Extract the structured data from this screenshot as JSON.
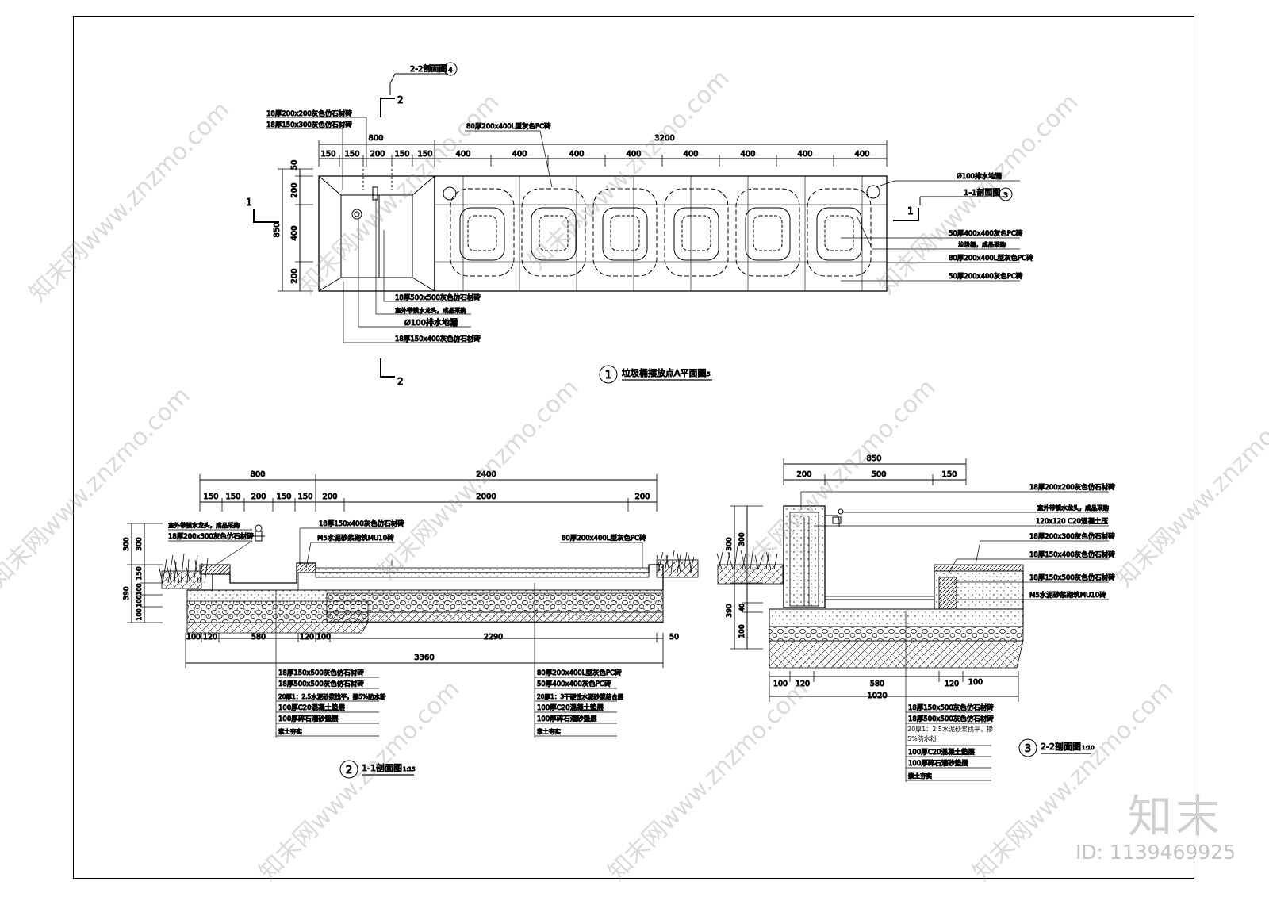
{
  "plan": {
    "title": "垃圾桶摆放点A平面图",
    "scale": "1:15",
    "number": "1",
    "dims_top": {
      "total": "3200",
      "left_group": "800",
      "left_subs": [
        "150",
        "150",
        "200",
        "150",
        "150"
      ],
      "bays": [
        "400",
        "400",
        "400",
        "400",
        "400",
        "400",
        "400",
        "400"
      ]
    },
    "dims_left": {
      "total": "850",
      "subs": [
        "50",
        "200",
        "400",
        "200"
      ]
    },
    "section_markers": {
      "s1": "1",
      "s2": "2"
    },
    "callout_22": {
      "label": "2-2剖面图",
      "num": "4"
    },
    "callout_11": {
      "label": "1-1剖面图",
      "num": "3"
    },
    "labels_top_left": [
      "18厚200x200灰色仿石材砖",
      "18厚150x300灰色仿石材砖"
    ],
    "label_top_mid": "80厚200x400L型灰色PC砖",
    "labels_right": [
      "Ø100排水地漏",
      "50厚400x400灰色PC砖",
      "垃圾桶，成品采购",
      "80厚200x400L型灰色PC砖",
      "50厚200x400灰色PC砖"
    ],
    "labels_bottom": [
      "18厚500x500灰色仿石材砖",
      "室外带锁水龙头，成品采购",
      "Ø100排水地漏",
      "18厚150x400灰色仿石材砖"
    ]
  },
  "section11": {
    "title": "1-1剖面图",
    "scale": "1:15",
    "number": "2",
    "dims_top": {
      "left": "800",
      "right": "2400",
      "left_subs": [
        "150",
        "150",
        "200",
        "150",
        "150"
      ],
      "right_subs": [
        "200",
        "2000",
        "200"
      ]
    },
    "dims_bottom": {
      "subs": [
        "100",
        "120",
        "580",
        "120",
        "100",
        "2290"
      ],
      "extra": "50",
      "total": "3360"
    },
    "dims_left": {
      "outer": [
        "300",
        "390"
      ],
      "inner": [
        "300",
        "150",
        "100",
        "100",
        "100"
      ]
    },
    "labels_top": [
      "室外带锁水龙头，成品采购",
      "18厚200x300灰色仿石材砖",
      "18厚150x400灰色仿石材砖",
      "M5水泥砂浆砌筑MU10砖",
      "80厚200x400L型灰色PC砖"
    ],
    "legend_left": [
      "18厚150x500灰色仿石材砖",
      "18厚500x500灰色仿石材砖",
      "20厚1：2.5水泥砂浆找平，掺5%防水粉",
      "100厚C20混凝土垫层",
      "100厚碎石灌砂垫层",
      "素土夯实"
    ],
    "legend_right": [
      "80厚200x400L型灰色PC砖",
      "50厚400x400灰色PC砖",
      "20厚1：3干硬性水泥砂浆结合层",
      "100厚C20混凝土垫层",
      "100厚碎石灌砂垫层",
      "素土夯实"
    ]
  },
  "section22": {
    "title": "2-2剖面图",
    "scale": "1:10",
    "number": "3",
    "dims_top": {
      "total": "850",
      "subs": [
        "200",
        "500",
        "150"
      ]
    },
    "dims_bottom": {
      "subs": [
        "100",
        "120",
        "580",
        "120",
        "100"
      ],
      "total": "1020"
    },
    "dims_left": {
      "outer": [
        "300",
        "390"
      ],
      "inner": [
        "300",
        "40",
        "100"
      ]
    },
    "labels_right": [
      "18厚200x200灰色仿石材砖",
      "室外带锁水龙头，成品采购",
      "120x120 C20混凝土压",
      "18厚200x300灰色仿石材砖",
      "18厚150x400灰色仿石材砖",
      "18厚150x500灰色仿石材砖",
      "M5水泥砂浆砌筑MU10砖"
    ],
    "legend": [
      "18厚150x500灰色仿石材砖",
      "18厚500x500灰色仿石材砖",
      "20厚1：2.5水泥砂浆找平，掺5%防水粉",
      "100厚C20混凝土垫层",
      "100厚碎石灌砂垫层",
      "素土夯实"
    ]
  },
  "watermark": {
    "site": "知末网www.znzmo.com",
    "brand": "知末",
    "id": "ID: 1139469925"
  }
}
